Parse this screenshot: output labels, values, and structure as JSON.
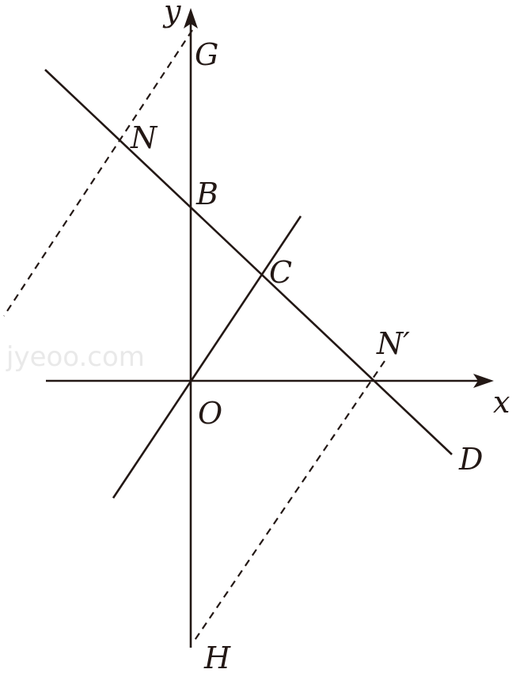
{
  "labels": {
    "y_axis": "y",
    "x_axis": "x",
    "G": "G",
    "N": "N",
    "B": "B",
    "C": "C",
    "N_prime": "N′",
    "O": "O",
    "D": "D",
    "H": "H"
  },
  "watermark": "jyeoo.com",
  "colors": {
    "ink": "#231815",
    "watermark": "#e9e9e9"
  }
}
